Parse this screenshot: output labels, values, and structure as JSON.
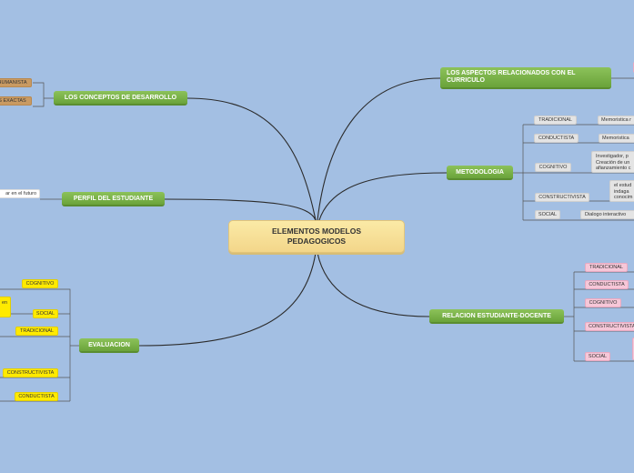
{
  "central": "ELEMENTOS MODELOS PEDAGOGICOS",
  "branches": {
    "conceptos": {
      "label": "LOS CONCEPTOS DE DESARROLLO",
      "children": [
        "HUMANISTA",
        "S EXACTAS"
      ]
    },
    "perfil": {
      "label": "PERFIL DEL ESTUDIANTE",
      "children": [
        "ar en el futuro"
      ]
    },
    "evaluacion": {
      "label": "EVALUACION",
      "children": [
        "COGNITIVO",
        "en",
        "SOCIAL",
        "TRADICIONAL",
        "CONSTRUCTIVISTA",
        "CONDUCTISTA"
      ]
    },
    "curriculo": {
      "label": "LOS ASPECTOS RELACIONADOS CON EL CURRICULO"
    },
    "metodologia": {
      "label": "METODOLOGIA",
      "children": [
        {
          "label": "TRADICIONAL",
          "detail": "Memoristica r"
        },
        {
          "label": "CONDUCTISTA",
          "detail": "Memoristica"
        },
        {
          "label": "COGNITIVO",
          "detail": "Investigador, p Creación de un afianzamiento c"
        },
        {
          "label": "CONSTRUCTIVISTA",
          "detail": "el estud indaga conocim"
        },
        {
          "label": "SOCIAL",
          "detail": "Dialogo interactivo"
        }
      ]
    },
    "relacion": {
      "label": "RELACION ESTUDIANTE-DOCENTE",
      "children": [
        "TRADICIONAL",
        "CONDUCTISTA",
        "COGNITIVO",
        "CONSTRUCTIVISTA",
        "SOCIAL"
      ]
    }
  }
}
